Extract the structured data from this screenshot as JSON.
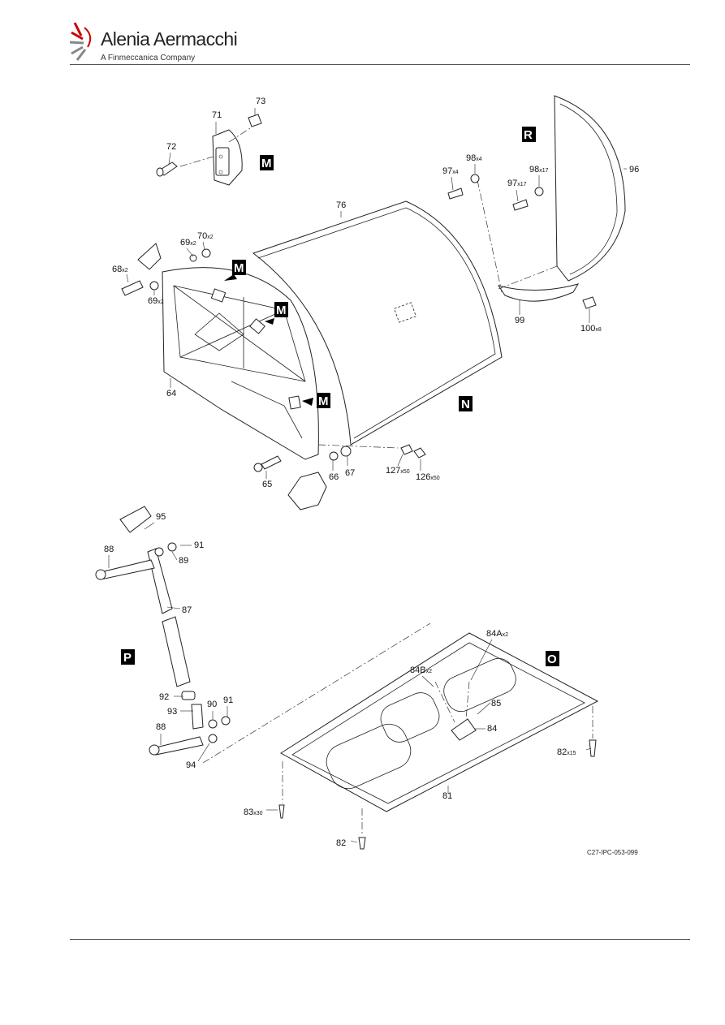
{
  "header": {
    "company": "Alenia Aermacchi",
    "subtitle": "A Finmeccanica Company"
  },
  "view_markers": [
    "M",
    "M",
    "M",
    "M",
    "N",
    "O",
    "P",
    "R"
  ],
  "callouts": [
    {
      "id": "c73",
      "num": "73",
      "qty": ""
    },
    {
      "id": "c71",
      "num": "71",
      "qty": ""
    },
    {
      "id": "c72",
      "num": "72",
      "qty": ""
    },
    {
      "id": "c76",
      "num": "76",
      "qty": ""
    },
    {
      "id": "c70",
      "num": "70",
      "qty": "x2"
    },
    {
      "id": "c69a",
      "num": "69",
      "qty": "x2"
    },
    {
      "id": "c68",
      "num": "68",
      "qty": "x2"
    },
    {
      "id": "c69b",
      "num": "69",
      "qty": "x2"
    },
    {
      "id": "c64",
      "num": "64",
      "qty": ""
    },
    {
      "id": "c65",
      "num": "65",
      "qty": ""
    },
    {
      "id": "c66",
      "num": "66",
      "qty": ""
    },
    {
      "id": "c67",
      "num": "67",
      "qty": ""
    },
    {
      "id": "c127",
      "num": "127",
      "qty": "x50"
    },
    {
      "id": "c126",
      "num": "126",
      "qty": "x50"
    },
    {
      "id": "c98a",
      "num": "98",
      "qty": "x4"
    },
    {
      "id": "c97a",
      "num": "97",
      "qty": "x4"
    },
    {
      "id": "c98b",
      "num": "98",
      "qty": "x17"
    },
    {
      "id": "c97b",
      "num": "97",
      "qty": "x17"
    },
    {
      "id": "c96",
      "num": "96",
      "qty": ""
    },
    {
      "id": "c99",
      "num": "99",
      "qty": ""
    },
    {
      "id": "c100",
      "num": "100",
      "qty": "x8"
    },
    {
      "id": "c95",
      "num": "95",
      "qty": ""
    },
    {
      "id": "c88a",
      "num": "88",
      "qty": ""
    },
    {
      "id": "c91a",
      "num": "91",
      "qty": ""
    },
    {
      "id": "c89",
      "num": "89",
      "qty": ""
    },
    {
      "id": "c87",
      "num": "87",
      "qty": ""
    },
    {
      "id": "c84A",
      "num": "84A",
      "qty": "x2"
    },
    {
      "id": "c84B",
      "num": "84B",
      "qty": "x2"
    },
    {
      "id": "c85",
      "num": "85",
      "qty": ""
    },
    {
      "id": "c84",
      "num": "84",
      "qty": ""
    },
    {
      "id": "c92",
      "num": "92",
      "qty": ""
    },
    {
      "id": "c93",
      "num": "93",
      "qty": ""
    },
    {
      "id": "c90",
      "num": "90",
      "qty": ""
    },
    {
      "id": "c91b",
      "num": "91",
      "qty": ""
    },
    {
      "id": "c88b",
      "num": "88",
      "qty": ""
    },
    {
      "id": "c94",
      "num": "94",
      "qty": ""
    },
    {
      "id": "c82a",
      "num": "82",
      "qty": "x15"
    },
    {
      "id": "c81",
      "num": "81",
      "qty": ""
    },
    {
      "id": "c83",
      "num": "83",
      "qty": "x30"
    },
    {
      "id": "c82b",
      "num": "82",
      "qty": ""
    }
  ],
  "figure_code": "C27-IPC-053-099"
}
